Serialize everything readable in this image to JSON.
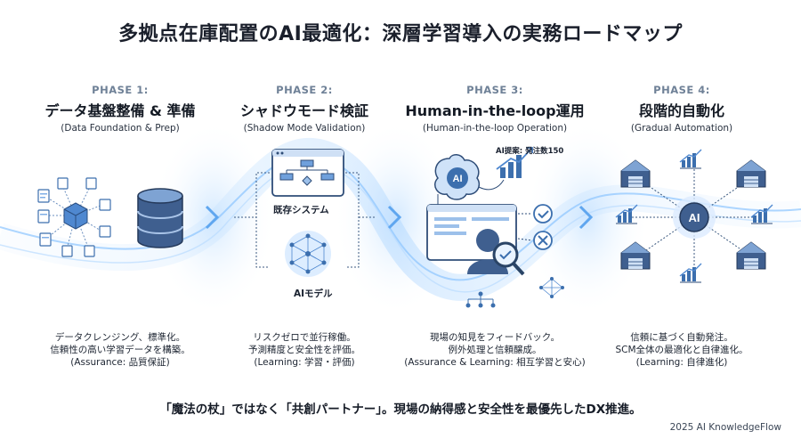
{
  "title": "多拠点在庫配置のAI最適化：深層学習導入の実務ロードマップ",
  "phases": [
    {
      "label": "PHASE 1:",
      "name": "データ基盤整備 & 準備",
      "en": "(Data Foundation & Prep)",
      "desc": [
        "データクレンジング、標準化。",
        "信頼性の高い学習データを構築。",
        "(Assurance: 品質保証)"
      ]
    },
    {
      "label": "PHASE 2:",
      "name": "シャドウモード検証",
      "en": "(Shadow Mode Validation)",
      "illustration": {
        "system_label": "既存システム",
        "ai_label": "AIモデル"
      },
      "desc": [
        "リスクゼロで並行稼働。",
        "予測精度と安全性を評価。",
        "(Learning: 学習・評価)"
      ]
    },
    {
      "label": "PHASE 3:",
      "name": "Human-in-the-loop運用",
      "en": "(Human-in-the-loop Operation)",
      "illustration": {
        "ai_badge": "AI",
        "ai_note": "AI提案: 発注数150"
      },
      "desc": [
        "現場の知見をフィードバック。",
        "例外処理と信頼醸成。",
        "(Assurance & Learning: 相互学習と安心)"
      ]
    },
    {
      "label": "PHASE 4:",
      "name": "段階的自動化",
      "en": "(Gradual Automation)",
      "illustration": {
        "hub_label": "AI"
      },
      "desc": [
        "信頼に基づく自動発注。",
        "SCM全体の最適化と自律進化。",
        "(Learning: 自律進化)"
      ]
    }
  ],
  "tagline": "「魔法の杖」ではなく「共創パートナー」。現場の納得感と安全性を最優先したDX推進。",
  "copyright": "2025 AI KnowledgeFlow",
  "colors": {
    "accent": "#4f8fe0",
    "glow": "#bfe0ff",
    "icon": "#3c6fae",
    "dark": "#2a4466"
  }
}
